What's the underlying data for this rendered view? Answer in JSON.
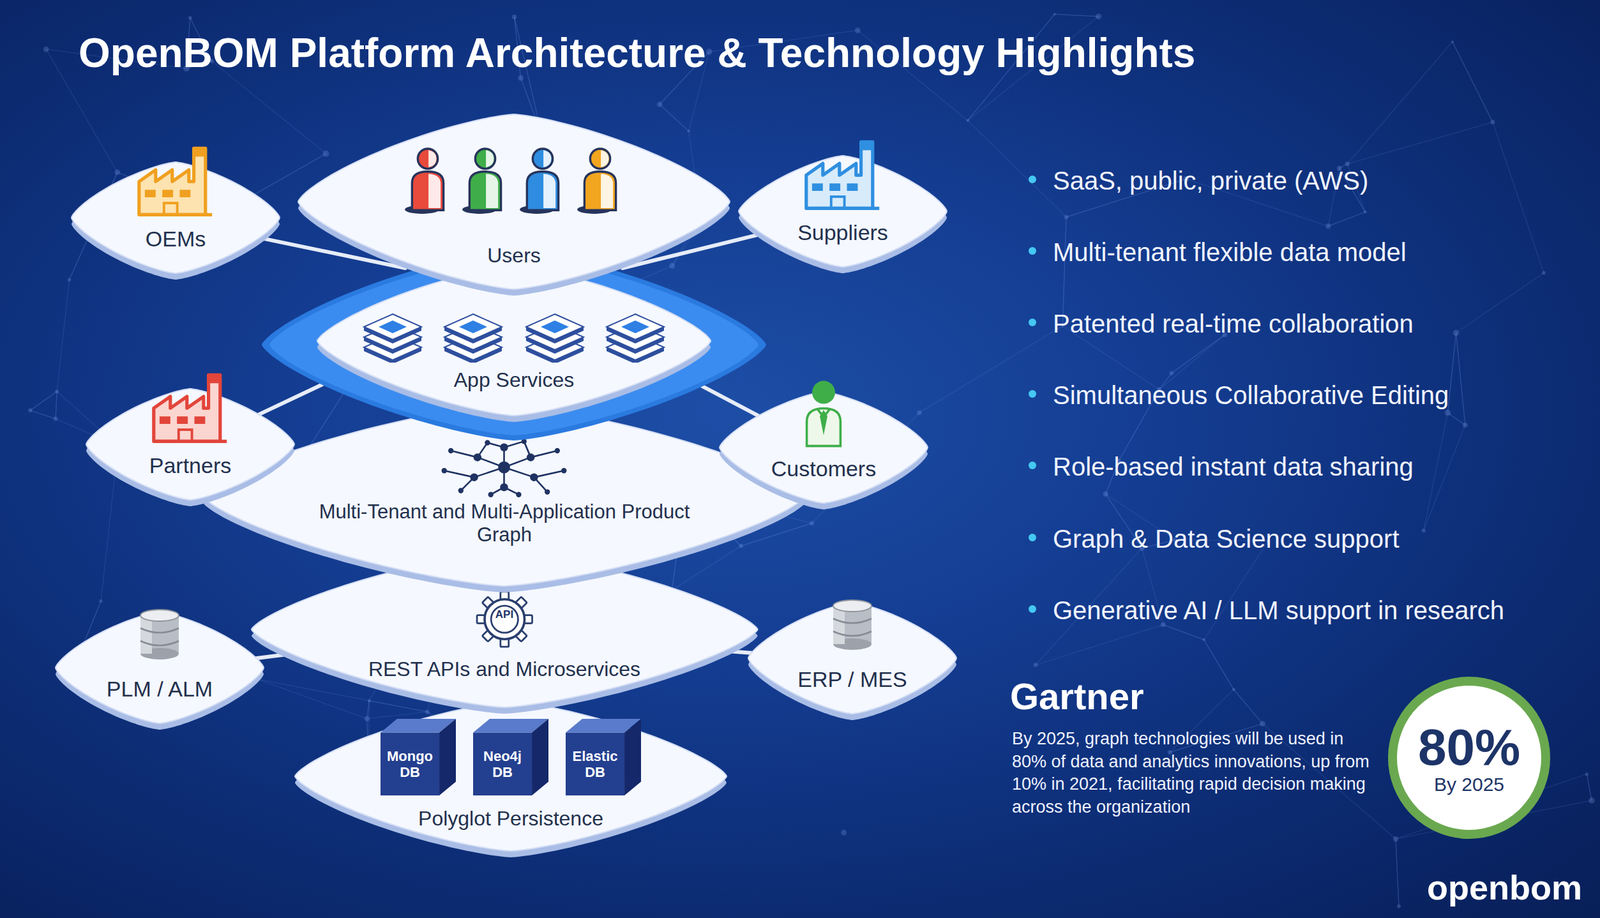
{
  "diagram": {
    "title": "OpenBOM Platform Architecture & Technology Highlights",
    "nodes": [
      {
        "text": [
          "OEMs"
        ]
      },
      {
        "text": [
          "Users"
        ]
      },
      {
        "text": [
          "Suppliers"
        ]
      },
      {
        "text": [
          "App Services"
        ]
      },
      {
        "text": [
          "Partners"
        ]
      },
      {
        "text": [
          "Customers"
        ]
      },
      {
        "text": [
          "Multi-Tenant and Multi-Application Product Graph"
        ]
      },
      {
        "text": [
          "REST APIs and Microservices"
        ]
      },
      {
        "text": [
          "PLM / ALM"
        ]
      },
      {
        "text": [
          "ERP / MES"
        ]
      },
      {
        "text": [
          "Polyglot Persistence"
        ]
      },
      {
        "text": [
          "Mongo DB"
        ],
        "in": 10
      },
      {
        "text": [
          "Neo4j DB"
        ],
        "in": 10
      },
      {
        "text": [
          "Elastic DB"
        ],
        "in": 10
      },
      {
        "text": [
          "80%",
          "By 2025"
        ]
      }
    ],
    "edges": [
      {
        "from": 0,
        "to": 1,
        "arrow": "none"
      },
      {
        "from": 2,
        "to": 1,
        "arrow": "none"
      },
      {
        "from": 4,
        "to": 3,
        "arrow": "none"
      },
      {
        "from": 5,
        "to": 3,
        "arrow": "none"
      },
      {
        "from": 8,
        "to": 7,
        "arrow": "none"
      },
      {
        "from": 9,
        "to": 7,
        "arrow": "none"
      }
    ],
    "labels": [
      "API",
      "SaaS, public, private (AWS)",
      "Multi-tenant flexible data model",
      "Patented real-time collaboration",
      "Simultaneous Collaborative Editing",
      "Role-based instant data sharing",
      "Graph & Data Science support",
      "Generative AI / LLM support in research",
      "Gartner",
      "By 2025, graph technologies will be used in 80% of data and analytics innovations, up from 10% in 2021, facilitating rapid decision making across the organization",
      "openbom"
    ]
  }
}
